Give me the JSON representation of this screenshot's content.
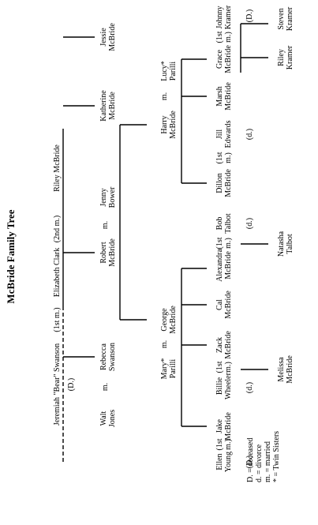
{
  "title": "McBride Family Tree",
  "people": {
    "jeremiah": "Jeremiah \"Bear\" Swanson",
    "jeremiah_status": "(D.)",
    "elizabeth": "Elizabeth Clark",
    "riley_sr": "Riley McBride",
    "m1": "(1st m.)",
    "m2": "(2nd m.)",
    "walt_1": "Walt",
    "walt_2": "Jones",
    "rebecca_1": "Rebecca",
    "rebecca_2": "Swanson",
    "robert_1": "Robert",
    "robert_2": "McBride",
    "jenny_1": "Jenny",
    "jenny_2": "Bower",
    "katherine_1": "Katherine",
    "katherine_2": "McBride",
    "jessie_1": "Jessie",
    "jessie_2": "McBride",
    "mary_1": "Mary*",
    "mary_2": "Parilli",
    "george_1": "George",
    "george_2": "McBride",
    "harry_1": "Harry",
    "harry_2": "McBride",
    "lucy_1": "Lucy*",
    "lucy_2": "Parilli",
    "ellen_1": "Ellen",
    "ellen_2": "Young",
    "ellen_status": "(D.)",
    "jake_1": "Jake",
    "jake_2": "McBride",
    "billie_1": "Billie",
    "billie_2": "Wheeler",
    "billie_status": "(d.)",
    "zack_1": "Zack",
    "zack_2": "McBride",
    "cal_1": "Cal",
    "cal_2": "McBride",
    "alexandra_1": "Alexandra",
    "alexandra_2": "McBride",
    "bob_1": "Bob",
    "bob_2": "Talbot",
    "bob_status": "(d.)",
    "dillon_1": "Dillon",
    "dillon_2": "McBride",
    "jill_1": "Jill",
    "jill_2": "Edwards",
    "jill_status": "(d.)",
    "marsh_1": "Marsh",
    "marsh_2": "McBride",
    "grace_1": "Grace",
    "grace_2": "McBride",
    "johnny_1": "Johnny",
    "johnny_2": "Kramer",
    "johnny_status": "(D.)",
    "melissa_1": "Melissa",
    "melissa_2": "McBride",
    "natasha_1": "Natasha",
    "natasha_2": "Talbot",
    "riley_k_1": "Riley",
    "riley_k_2": "Kramer",
    "steven_1": "Steven",
    "steven_2": "Kramer"
  },
  "marks": {
    "m": "m.",
    "first_1": "(1st",
    "first_2": "m.)"
  },
  "legend": {
    "d_upper": "D. = deceased",
    "d_lower": "d. = divorce",
    "married": "m. = married",
    "twins": "* = Twin Sisters"
  }
}
